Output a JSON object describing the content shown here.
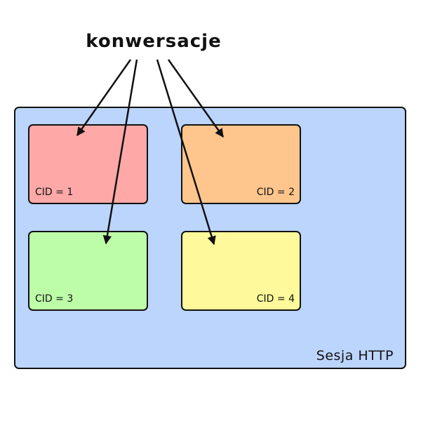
{
  "title": "konwersacje",
  "session": {
    "label": "Sesja HTTP",
    "color": "#bcd5fd"
  },
  "conversations": [
    {
      "label": "CID = 1",
      "color": "#fea8a8"
    },
    {
      "label": "CID = 2",
      "color": "#fec68d"
    },
    {
      "label": "CID = 3",
      "color": "#bdfda8"
    },
    {
      "label": "CID = 4",
      "color": "#fef99a"
    }
  ],
  "stroke_color": "#111111"
}
